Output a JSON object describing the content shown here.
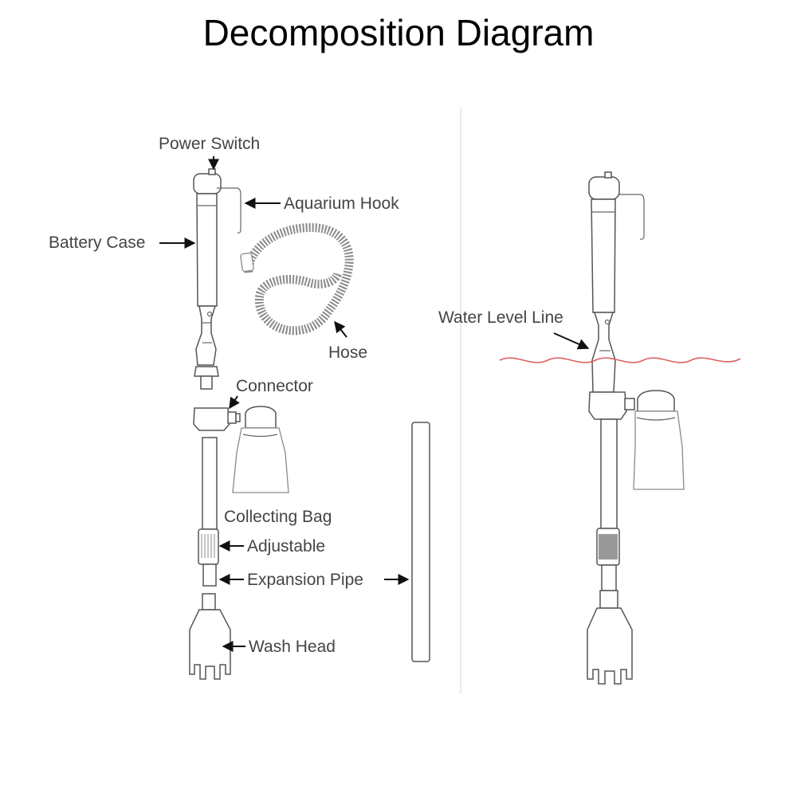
{
  "title": "Decomposition Diagram",
  "labels": {
    "power_switch": "Power Switch",
    "aquarium_hook": "Aquarium Hook",
    "battery_case": "Battery Case",
    "hose": "Hose",
    "connector": "Connector",
    "collecting_bag": "Collecting Bag",
    "adjustable": "Adjustable",
    "expansion_pipe": "Expansion Pipe",
    "wash_head": "Wash Head",
    "water_level_line": "Water Level Line"
  },
  "colors": {
    "water_line": "#e06060",
    "label_text": "#444444",
    "title_text": "#000000",
    "outline": "#555555"
  }
}
